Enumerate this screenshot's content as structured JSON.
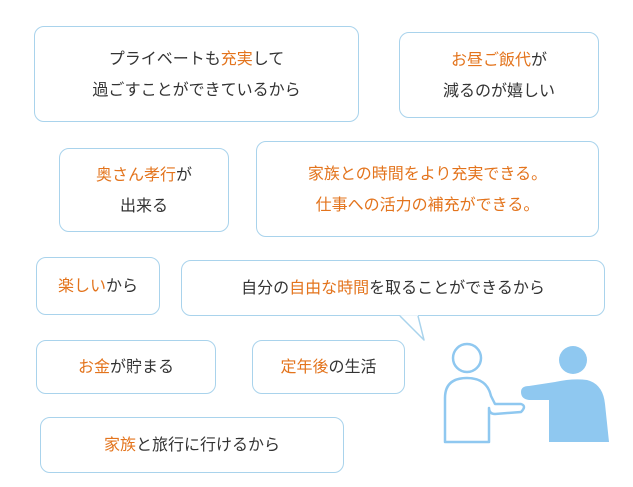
{
  "accent_color": "#e3741d",
  "border_color": "#a9d3ec",
  "figure_color": "#8fc8f0",
  "bubbles": [
    {
      "name": "bubble-private-time",
      "lines": [
        [
          {
            "t": "プライベートも",
            "h": false
          },
          {
            "t": "充実",
            "h": true
          },
          {
            "t": "して",
            "h": false
          }
        ],
        [
          {
            "t": "過ごすことができているから",
            "h": false
          }
        ]
      ]
    },
    {
      "name": "bubble-lunch-money",
      "lines": [
        [
          {
            "t": "お昼ご飯代",
            "h": true
          },
          {
            "t": "が",
            "h": false
          }
        ],
        [
          {
            "t": "減るのが嬉しい",
            "h": false
          }
        ]
      ]
    },
    {
      "name": "bubble-filial-piety",
      "lines": [
        [
          {
            "t": "奥さん孝行",
            "h": true
          },
          {
            "t": "が",
            "h": false
          }
        ],
        [
          {
            "t": "出来る",
            "h": false
          }
        ]
      ]
    },
    {
      "name": "bubble-family-time",
      "lines": [
        [
          {
            "t": "家族との時間をより充実できる。",
            "h": true
          }
        ],
        [
          {
            "t": "仕事への活力の補充ができる。",
            "h": true
          }
        ]
      ]
    },
    {
      "name": "bubble-fun",
      "lines": [
        [
          {
            "t": "楽しい",
            "h": true
          },
          {
            "t": "から",
            "h": false
          }
        ]
      ]
    },
    {
      "name": "bubble-free-time",
      "lines": [
        [
          {
            "t": "自分の",
            "h": false
          },
          {
            "t": "自由な時間",
            "h": true
          },
          {
            "t": "を取ることができるから",
            "h": false
          }
        ]
      ]
    },
    {
      "name": "bubble-savings",
      "lines": [
        [
          {
            "t": "お金",
            "h": true
          },
          {
            "t": "が貯まる",
            "h": false
          }
        ]
      ]
    },
    {
      "name": "bubble-retirement",
      "lines": [
        [
          {
            "t": "定年後",
            "h": true
          },
          {
            "t": "の生活",
            "h": false
          }
        ]
      ]
    },
    {
      "name": "bubble-family-travel",
      "lines": [
        [
          {
            "t": "家族",
            "h": true
          },
          {
            "t": "と旅行に行けるから",
            "h": false
          }
        ]
      ]
    }
  ]
}
